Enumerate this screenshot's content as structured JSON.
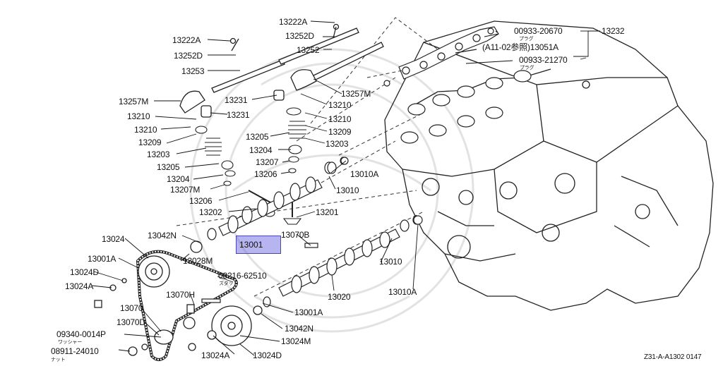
{
  "highlight": {
    "part": "13001",
    "color": "#6e6ae0"
  },
  "parts": {
    "p13222A_a": "13222A",
    "p13252D_a": "13252D",
    "p13252_a": "13252",
    "p13222A_b": "13222A",
    "p13252D_b": "13252D",
    "p13253": "13253",
    "p13231_a": "13231",
    "p13257M_a": "13257M",
    "p13257M_b": "13257M",
    "p13210_a": "13210",
    "p13210_b": "13210",
    "p13231_b": "13231",
    "p13210_c": "13210",
    "p13210_d": "13210",
    "p13209_a": "13209",
    "p13209_b": "13209",
    "p13205_a": "13205",
    "p13203_a": "13203",
    "p13204_a": "13204",
    "p13203_b": "13203",
    "p13205_b": "13205",
    "p13207_a": "13207",
    "p13010A_a": "13010A",
    "p13204_b": "13204",
    "p13206_a": "13206",
    "p13207M": "13207M",
    "p13010_a": "13010",
    "p13206_b": "13206",
    "p13202": "13202",
    "p13201": "13201",
    "p13024_a": "13024",
    "p13042N_a": "13042N",
    "p13070B": "13070B",
    "p13001A_a": "13001A",
    "p13028M": "13028M",
    "p08216": "08216-62510",
    "p13024D_a": "13024D",
    "p13010_b": "13010",
    "p13024A_a": "13024A",
    "p13070H": "13070H",
    "p13020": "13020",
    "p13010A_b": "13010A",
    "p13070": "13070",
    "p13001A_b": "13001A",
    "p13070D": "13070D",
    "p13042N_b": "13042N",
    "p09340": "09340-0014P",
    "p13024M": "13024M",
    "p08911": "08911-24010",
    "p13024A_b": "13024A",
    "p13024D_b": "13024D",
    "p00933a": "00933-20670",
    "p13232": "13232",
    "p13051A": "(A11-02参照)13051A",
    "p00933b": "00933-21270"
  },
  "notes": {
    "plug_a": "プラグ",
    "plug_b": "プラグ",
    "stud": "スタッド",
    "washer": "ワッシャー",
    "nut": "ナット"
  },
  "footer": {
    "code": "Z31-A-A1302 0147"
  },
  "colors": {
    "ink": "#111111",
    "background": "#ffffff",
    "watermark": "#dcdcdc"
  }
}
